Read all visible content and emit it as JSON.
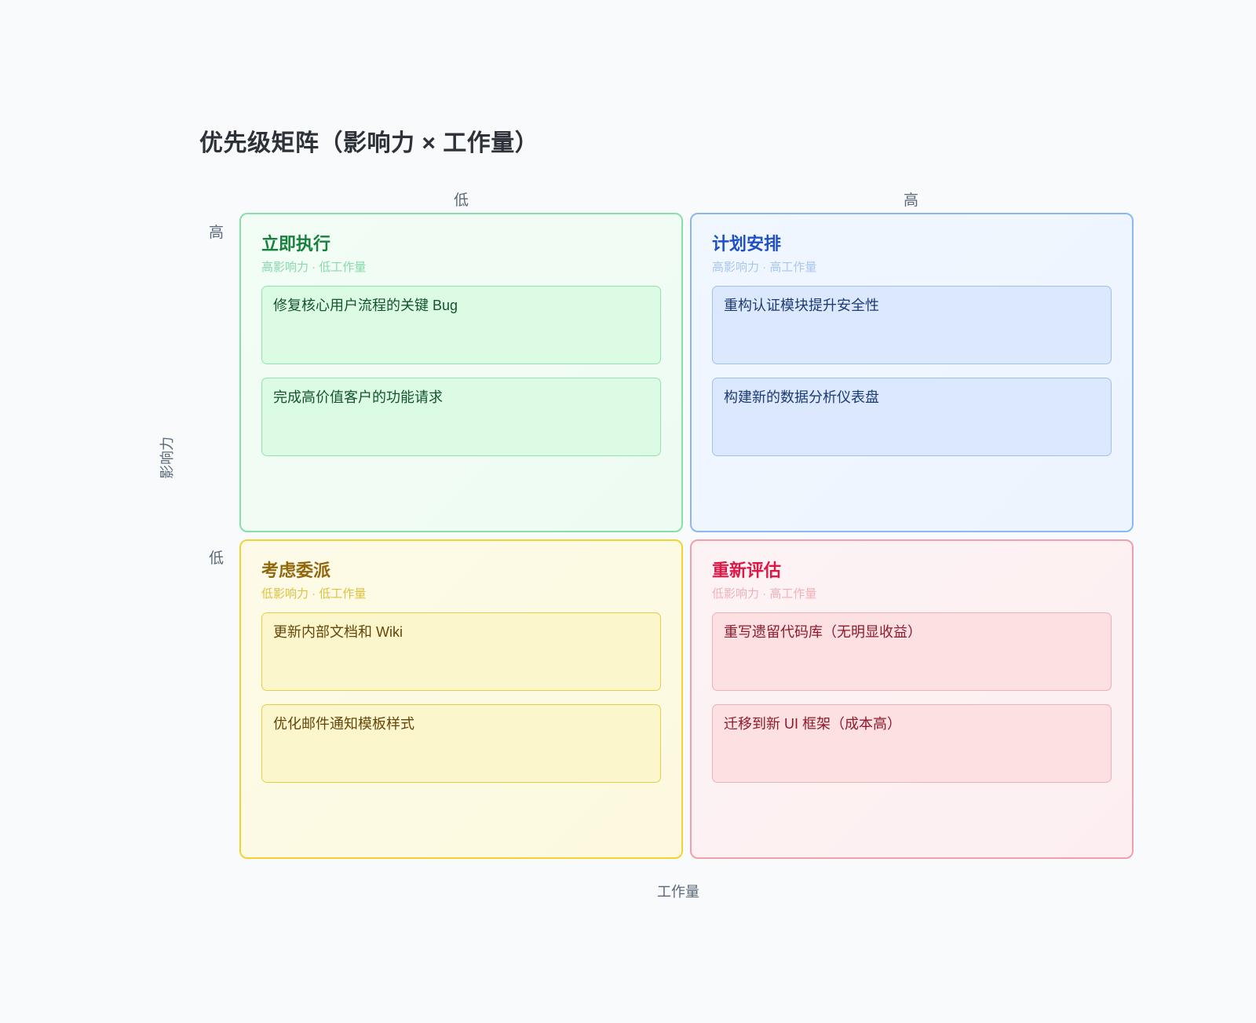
{
  "page": {
    "title": "优先级矩阵（影响力 × 工作量）",
    "background_color": "#f8fafc"
  },
  "axes": {
    "x_title": "工作量",
    "y_title": "影响力",
    "x_ticks": {
      "left": "低",
      "right": "高"
    },
    "y_ticks": {
      "top": "高",
      "bottom": "低"
    }
  },
  "chart_data": {
    "type": "table",
    "title": "优先级矩阵（影响力 × 工作量）",
    "xlabel": "工作量",
    "ylabel": "影响力",
    "x_categories": [
      "低",
      "高"
    ],
    "y_categories": [
      "高",
      "低"
    ],
    "quadrants": [
      {
        "key": "do",
        "title": "立即执行",
        "subtitle": "高影响力 · 低工作量",
        "impact": "高",
        "effort": "低",
        "accent": "#17803d",
        "border": "#86e0a8",
        "items": [
          "修复核心用户流程的关键 Bug",
          "完成高价值客户的功能请求"
        ]
      },
      {
        "key": "plan",
        "title": "计划安排",
        "subtitle": "高影响力 · 高工作量",
        "impact": "高",
        "effort": "高",
        "accent": "#1e4fc4",
        "border": "#8ab8f2",
        "items": [
          "重构认证模块提升安全性",
          "构建新的数据分析仪表盘"
        ]
      },
      {
        "key": "delegate",
        "title": "考虑委派",
        "subtitle": "低影响力 · 低工作量",
        "impact": "低",
        "effort": "低",
        "accent": "#92670b",
        "border": "#f2d336",
        "items": [
          "更新内部文档和 Wiki",
          "优化邮件通知模板样式"
        ]
      },
      {
        "key": "reconsider",
        "title": "重新评估",
        "subtitle": "低影响力 · 高工作量",
        "impact": "低",
        "effort": "高",
        "accent": "#dc1846",
        "border": "#f0a0aa",
        "items": [
          "重写遗留代码库（无明显收益）",
          "迁移到新 UI 框架（成本高）"
        ]
      }
    ]
  }
}
